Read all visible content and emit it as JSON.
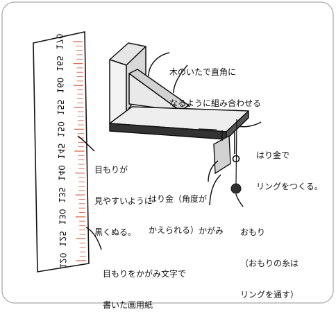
{
  "scale": {
    "tick_labels": [
      "170",
      "165",
      "160",
      "155",
      "150",
      "145",
      "140",
      "135",
      "130",
      "125",
      "120"
    ],
    "top_value": 170,
    "bottom_value": 120,
    "tick_step": 1,
    "mirrored_text": true
  },
  "callouts": {
    "board": [
      "木のいたで直角に",
      "なるように組み合わせる"
    ],
    "wire_ring": [
      "はり金で",
      "リングをつくる。"
    ],
    "black_edge": [
      "目もりが",
      "見やすいように",
      "黒くぬる。"
    ],
    "wire_angle": [
      "はり金（角度が",
      "かえられる）"
    ],
    "mirror": [
      "かがみ"
    ],
    "weight": [
      "おもり",
      "（おもりの糸は",
      "リングを通す）"
    ],
    "paper": [
      "目もりをかがみ文字で",
      "書いた画用紙"
    ]
  },
  "colors": {
    "outline": "#111111",
    "board_face": "#eeeeee",
    "board_side": "#d6d6d6",
    "board_edge": "#333333",
    "tick": "#d86a4a",
    "weight": "#2f2f2f"
  }
}
